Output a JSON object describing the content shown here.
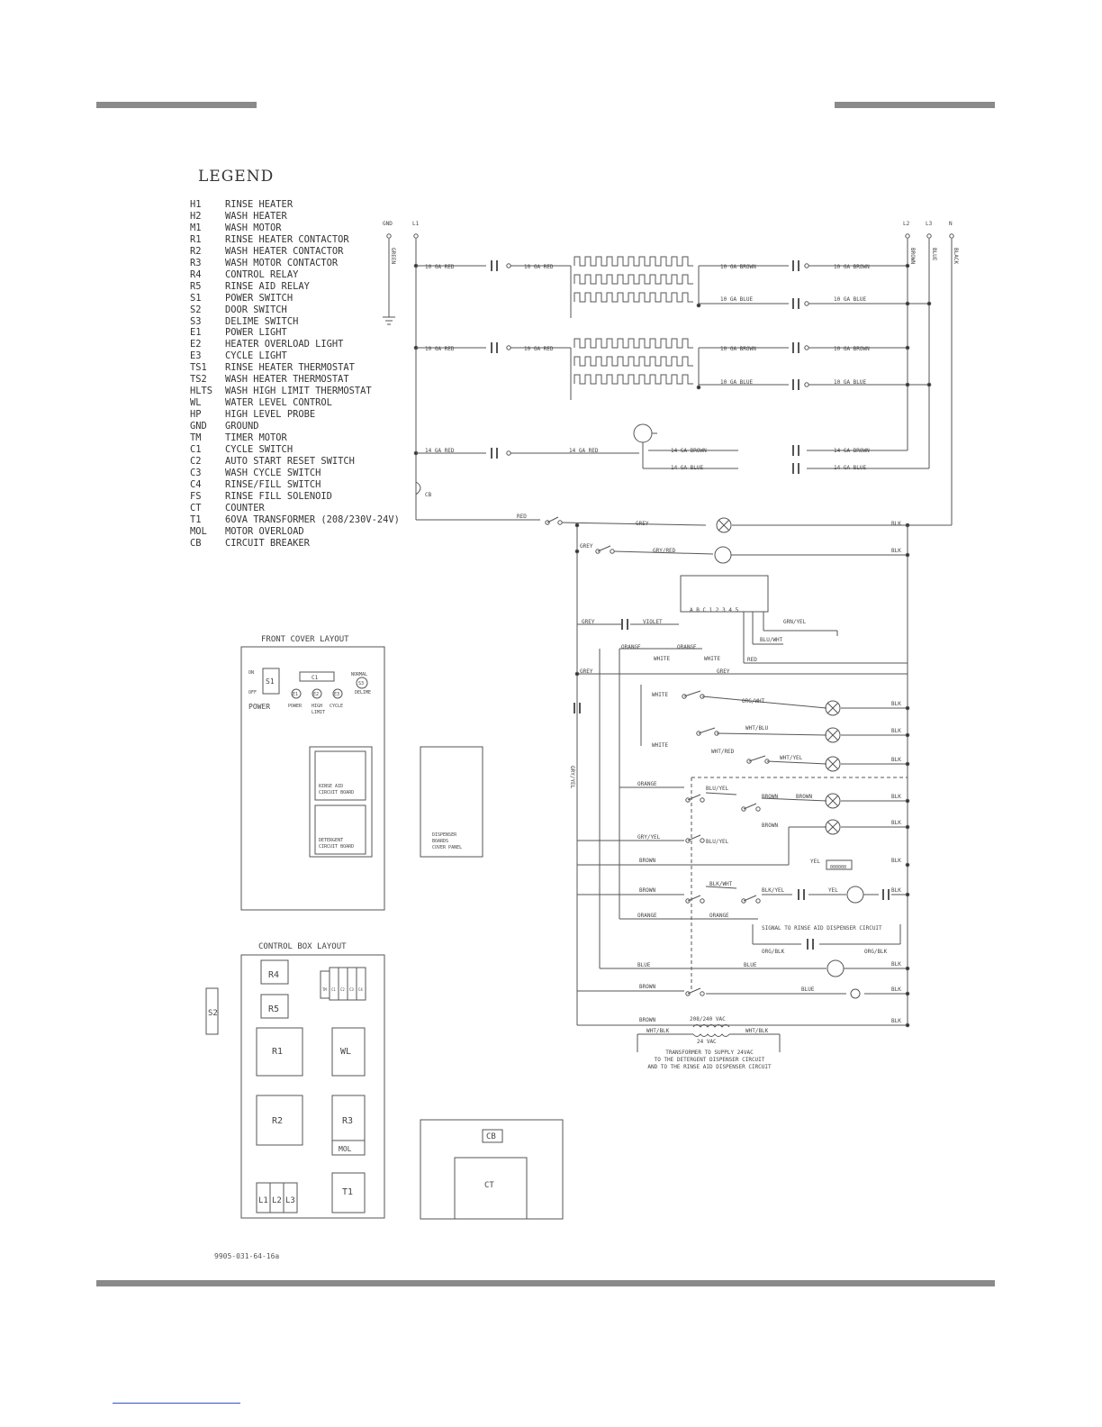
{
  "legend": {
    "title": "LEGEND",
    "items": [
      {
        "code": "H1",
        "desc": "RINSE HEATER"
      },
      {
        "code": "H2",
        "desc": "WASH HEATER"
      },
      {
        "code": "M1",
        "desc": "WASH MOTOR"
      },
      {
        "code": "R1",
        "desc": "RINSE HEATER CONTACTOR"
      },
      {
        "code": "R2",
        "desc": "WASH HEATER CONTACTOR"
      },
      {
        "code": "R3",
        "desc": "WASH MOTOR CONTACTOR"
      },
      {
        "code": "R4",
        "desc": "CONTROL RELAY"
      },
      {
        "code": "R5",
        "desc": "RINSE AID RELAY"
      },
      {
        "code": "S1",
        "desc": "POWER SWITCH"
      },
      {
        "code": "S2",
        "desc": "DOOR SWITCH"
      },
      {
        "code": "S3",
        "desc": "DELIME SWITCH"
      },
      {
        "code": "E1",
        "desc": "POWER LIGHT"
      },
      {
        "code": "E2",
        "desc": "HEATER OVERLOAD LIGHT"
      },
      {
        "code": "E3",
        "desc": "CYCLE LIGHT"
      },
      {
        "code": "TS1",
        "desc": "RINSE HEATER THERMOSTAT"
      },
      {
        "code": "TS2",
        "desc": "WASH HEATER THERMOSTAT"
      },
      {
        "code": "HLTS",
        "desc": "WASH HIGH LIMIT THERMOSTAT"
      },
      {
        "code": "WL",
        "desc": "WATER LEVEL CONTROL"
      },
      {
        "code": "HP",
        "desc": "HIGH LEVEL PROBE"
      },
      {
        "code": "GND",
        "desc": "GROUND"
      },
      {
        "code": "TM",
        "desc": "TIMER MOTOR"
      },
      {
        "code": "C1",
        "desc": "CYCLE SWITCH"
      },
      {
        "code": "C2",
        "desc": "AUTO START RESET SWITCH"
      },
      {
        "code": "C3",
        "desc": "WASH CYCLE SWITCH"
      },
      {
        "code": "C4",
        "desc": "RINSE/FILL SWITCH"
      },
      {
        "code": "FS",
        "desc": "RINSE FILL SOLENOID"
      },
      {
        "code": "CT",
        "desc": "COUNTER"
      },
      {
        "code": "T1",
        "desc": "6OVA TRANSFORMER (208/230V-24V)"
      },
      {
        "code": "MOL",
        "desc": "MOTOR OVERLOAD"
      },
      {
        "code": "CB",
        "desc": "CIRCUIT BREAKER"
      }
    ]
  },
  "schematic": {
    "terminals": {
      "gnd": "GND",
      "l1": "L1",
      "l2": "L2",
      "l3": "L3",
      "n": "N"
    },
    "wire_colors": {
      "green": "GREEN",
      "brown": "BROWN",
      "blue": "BLUE",
      "black": "BLACK",
      "red": "RED",
      "grey": "GREY",
      "gry_red": "GRY/RED",
      "violet": "VIOLET",
      "grn_yel": "GRN/YEL",
      "blu_wht": "BLU/WHT",
      "orange": "ORANGE",
      "white": "WHITE",
      "gry_yel": "GRY/YEL",
      "org_wht": "ORG/WHT",
      "wht_blu": "WHT/BLU",
      "wht_red": "WHT/RED",
      "wht_yel": "WHT/YEL",
      "blu_yel": "BLU/YEL",
      "blk_wht": "BLK/WHT",
      "blk_yel": "BLK/YEL",
      "org_blk": "ORG/BLK",
      "yel": "YEL",
      "wht_blk": "WHT/BLK",
      "blk": "BLK"
    },
    "gauges": {
      "red10": "10 GA RED",
      "brown10": "10 GA BROWN",
      "blue10": "10 GA BLUE",
      "red14": "14 GA RED",
      "brown14": "14 GA BROWN",
      "blue14": "14 GA BLUE"
    },
    "transformer": {
      "primary": "208/240 VAC",
      "secondary": "24 VAC",
      "note1": "TRANSFORMER TO SUPPLY 24VAC",
      "note2": "TO THE DETERGENT DISPENSER CIRCUIT",
      "note3": "AND TO THE RINSE AID DISPENSER CIRCUIT"
    },
    "signal_note": "SIGNAL TO RINSE AID DISPENSER CIRCUIT",
    "wl_terminals": "A B C    1 2 3 4 5",
    "counter_value": "000000"
  },
  "front_cover": {
    "title": "FRONT COVER LAYOUT",
    "on": "ON",
    "off": "OFF",
    "s1": "S1",
    "power": "POWER",
    "c1": "C1",
    "normal": "NORMAL",
    "s3": "S3",
    "delime": "DELIME",
    "e1": "E1",
    "e2": "E2",
    "e3": "E3",
    "e1_label": "POWER",
    "e2_label": "HIGH",
    "e2_label2": "LIMIT",
    "e3_label": "CYCLE",
    "rinse_board_1": "RINSE AID",
    "rinse_board_2": "CIRCUIT BOARD",
    "det_board_1": "DETERGENT",
    "det_board_2": "CIRCUIT BOARD",
    "disp_1": "DISPENSER",
    "disp_2": "BOARDS",
    "disp_3": "COVER PANEL"
  },
  "control_box": {
    "title": "CONTROL BOX LAYOUT",
    "r4": "R4",
    "r5": "R5",
    "r1": "R1",
    "wl": "WL",
    "r2": "R2",
    "r3": "R3",
    "mol": "MOL",
    "t1": "T1",
    "l1": "L1",
    "l2": "L2",
    "l3": "L3",
    "s2": "S2",
    "tm": "TM",
    "c1": "C1",
    "c2": "C2",
    "c3": "C3",
    "c4": "C4",
    "cb": "CB",
    "ct": "CT"
  },
  "part_number": "9905-031-64-16a"
}
